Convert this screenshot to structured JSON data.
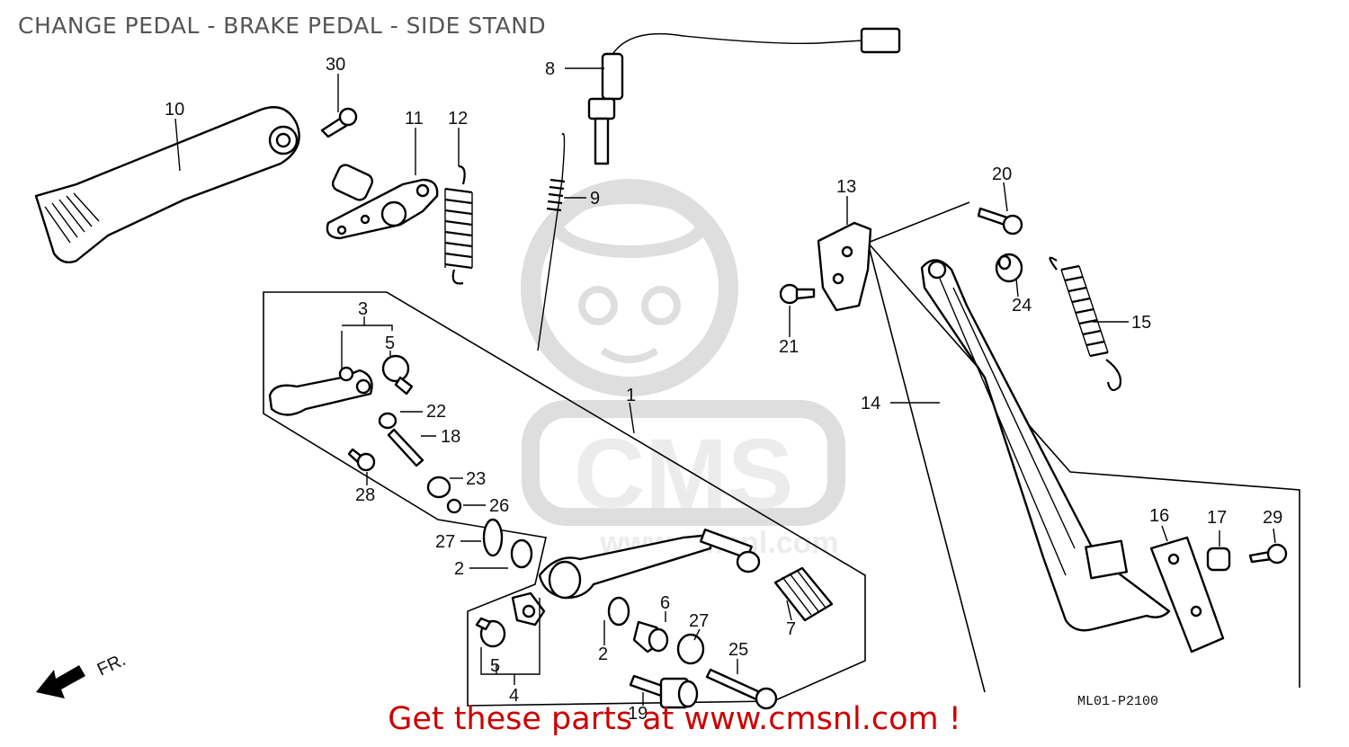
{
  "header": {
    "title": "CHANGE PEDAL - BRAKE PEDAL - SIDE STAND"
  },
  "footer": {
    "promo": "Get these parts at www.cmsnl.com !"
  },
  "diagram": {
    "code": "ML01-P2100",
    "direction_label": "FR.",
    "watermark": {
      "brand": "CMS",
      "url": "www.cmsnl.com"
    },
    "callouts": {
      "c1": "1",
      "c2a": "2",
      "c2b": "2",
      "c3": "3",
      "c4": "4",
      "c5a": "5",
      "c5b": "5",
      "c6": "6",
      "c7": "7",
      "c8": "8",
      "c9": "9",
      "c10": "10",
      "c11": "11",
      "c12": "12",
      "c13": "13",
      "c14": "14",
      "c15": "15",
      "c16": "16",
      "c17": "17",
      "c18": "18",
      "c19": "19",
      "c20": "20",
      "c21": "21",
      "c22": "22",
      "c23": "23",
      "c24": "24",
      "c25": "25",
      "c26": "26",
      "c27a": "27",
      "c27b": "27",
      "c28": "28",
      "c29": "29",
      "c30": "30"
    }
  },
  "colors": {
    "promo": "#cc0000",
    "title": "#555555",
    "watermark": "#e6e6e6"
  }
}
